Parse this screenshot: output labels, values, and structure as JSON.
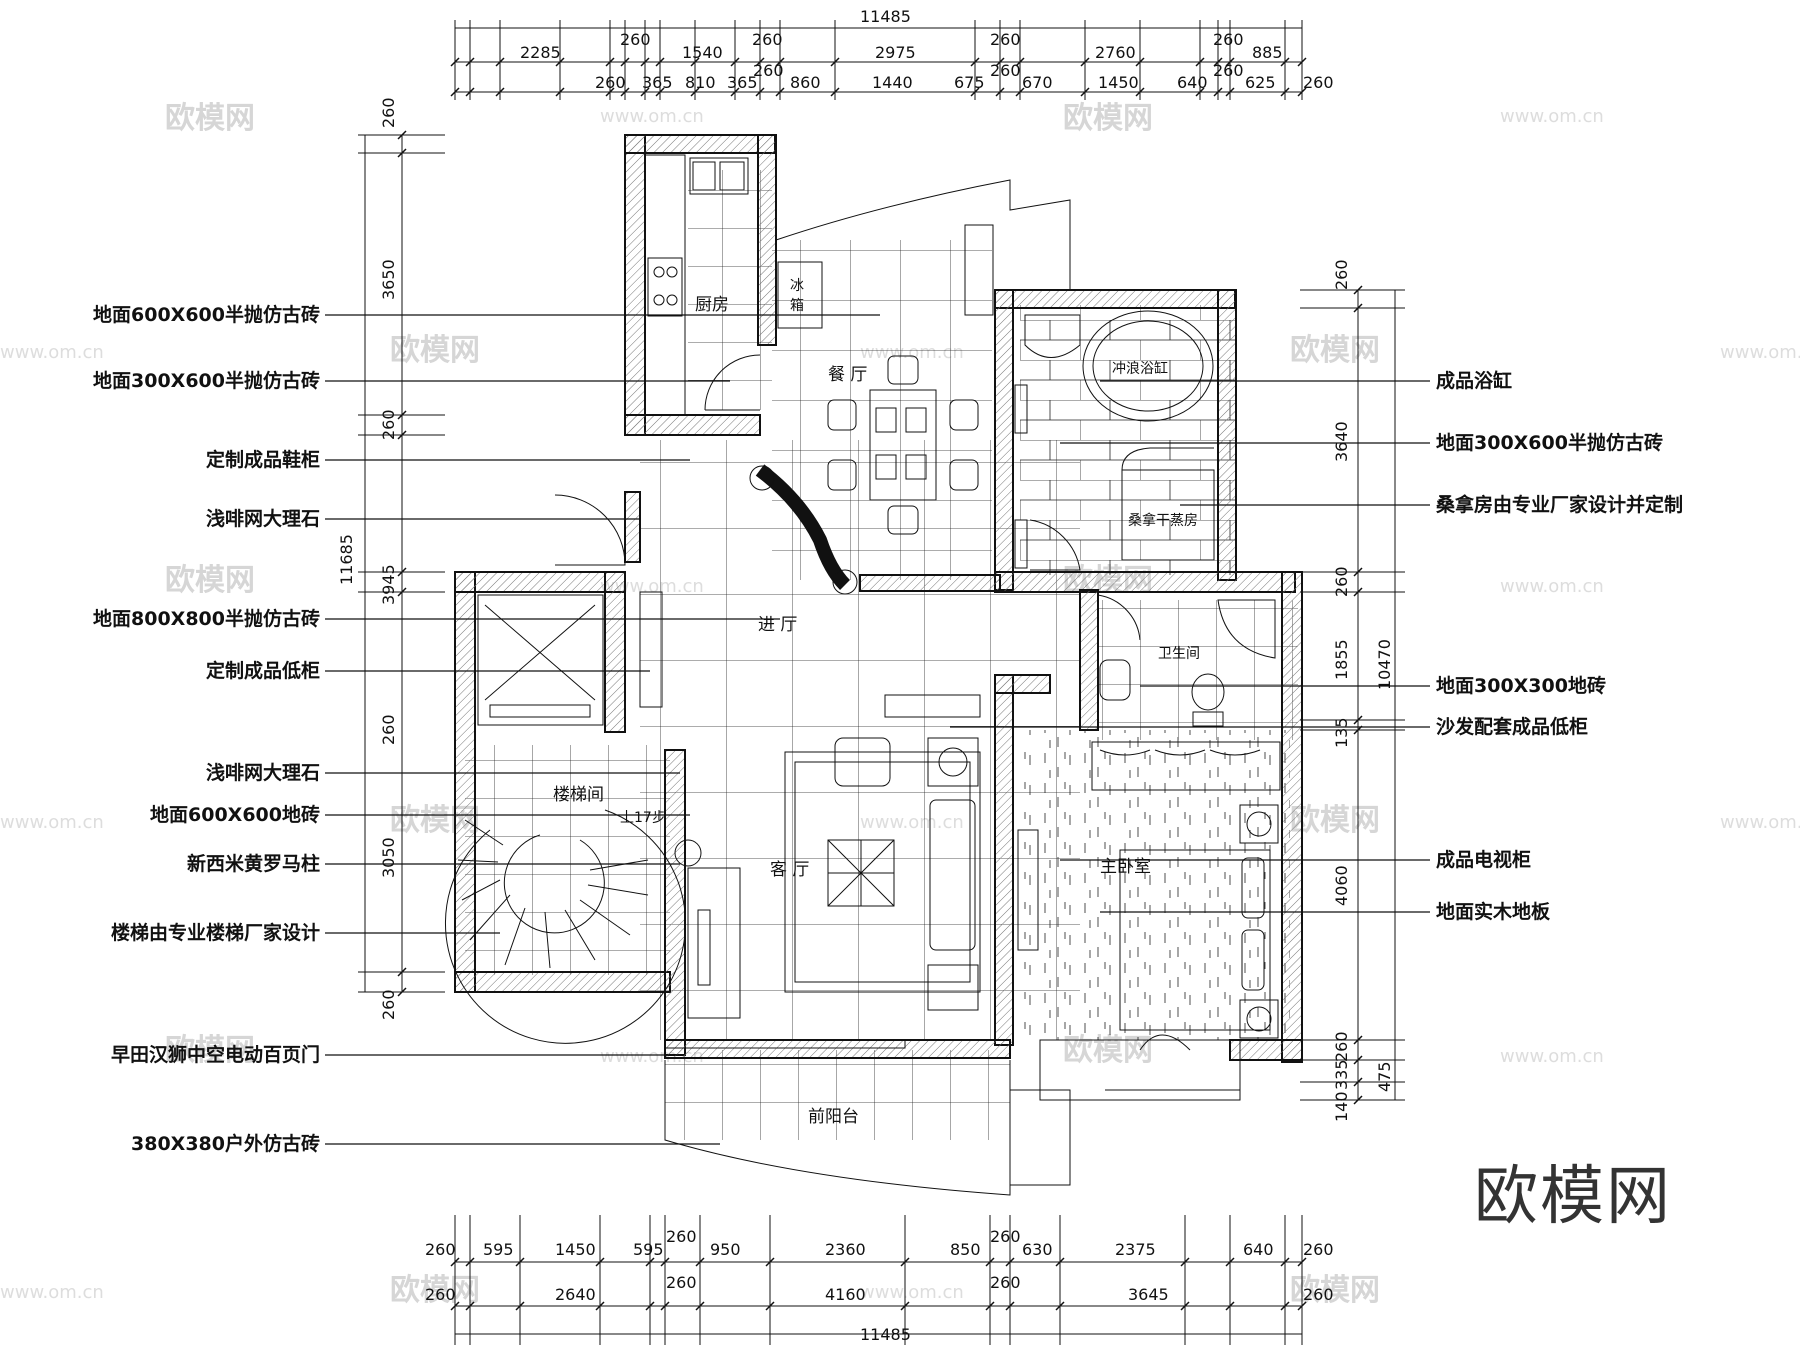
{
  "top_dims": {
    "total": "11485",
    "row1": [
      "2285",
      "260",
      "1540",
      "260",
      "2975",
      "260",
      "2760",
      "260",
      "885"
    ],
    "row2": [
      "260",
      "365",
      "810",
      "365",
      "260",
      "860",
      "1440",
      "675",
      "260",
      "670",
      "1450",
      "640",
      "260",
      "625",
      "260"
    ]
  },
  "bottom_dims": {
    "total": "11485",
    "row1": [
      "260",
      "595",
      "1450",
      "595",
      "260",
      "950",
      "2360",
      "850",
      "260",
      "630",
      "2375",
      "640",
      "260"
    ],
    "row2": [
      "260",
      "2640",
      "260",
      "4160",
      "260",
      "3645",
      "260"
    ]
  },
  "left_dims": {
    "total": "11685",
    "parts": [
      "260",
      "3650",
      "260",
      "3945",
      "260",
      "3050",
      "260"
    ]
  },
  "right_dims": {
    "total": "10470",
    "parts": [
      "260",
      "3640",
      "260",
      "1855",
      "135",
      "4060",
      "260",
      "335",
      "140",
      "475"
    ]
  },
  "rooms": {
    "kitchen": "厨房",
    "fridge_1": "冰",
    "fridge_2": "箱",
    "dining": "餐 厅",
    "entrance": "进 厅",
    "living": "客 厅",
    "stair": "楼梯间",
    "stair_up": "上17步",
    "master": "主卧室",
    "bath": "卫生间",
    "tub": "冲浪浴缸",
    "sauna": "桑拿干蒸房",
    "balcony": "前阳台"
  },
  "left_notes": [
    "地面600X600半抛仿古砖",
    "地面300X600半抛仿古砖",
    "定制成品鞋柜",
    "浅啡网大理石",
    "地面800X800半抛仿古砖",
    "定制成品低柜",
    "浅啡网大理石",
    "地面600X600地砖",
    "新西米黄罗马柱",
    "楼梯由专业楼梯厂家设计",
    "早田汉狮中空电动百页门",
    "380X380户外仿古砖"
  ],
  "right_notes": [
    "成品浴缸",
    "地面300X600半抛仿古砖",
    "桑拿房由专业厂家设计并定制",
    "地面300X300地砖",
    "沙发配套成品低柜",
    "成品电视柜",
    "地面实木地板"
  ],
  "watermark": {
    "logo": "欧模网",
    "brand": "欧模网",
    "url": "www.om.cn"
  }
}
